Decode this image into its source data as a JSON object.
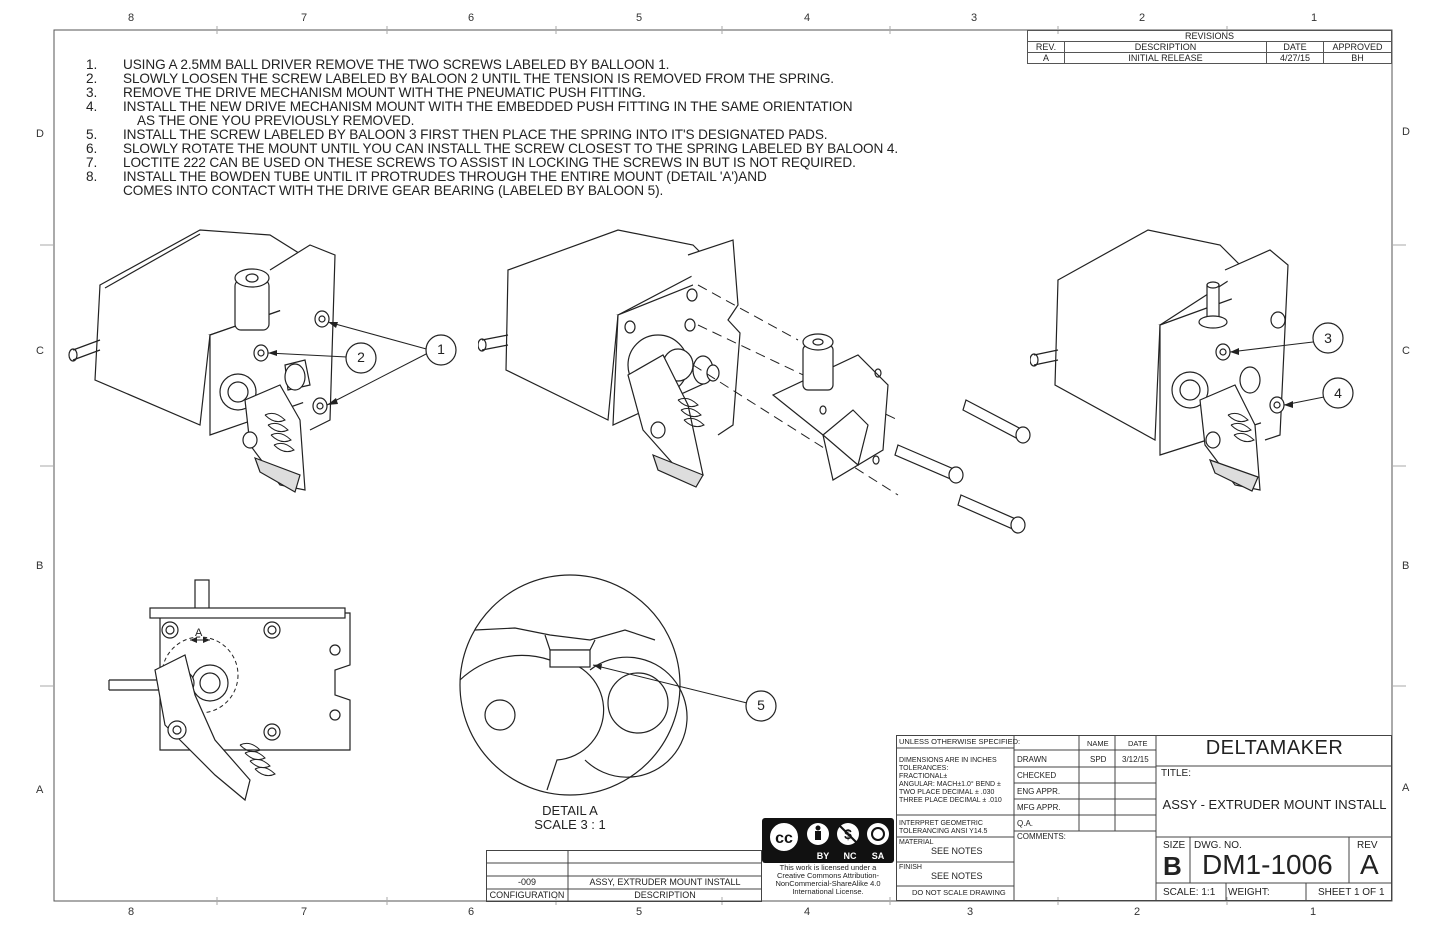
{
  "zones": {
    "top": [
      "8",
      "7",
      "6",
      "5",
      "4",
      "3",
      "2",
      "1"
    ],
    "side": [
      "D",
      "C",
      "B",
      "A"
    ]
  },
  "notes": [
    {
      "num": "1.",
      "lines": [
        "USING A 2.5MM BALL DRIVER REMOVE THE TWO SCREWS LABELED BY BALLOON 1."
      ]
    },
    {
      "num": "2.",
      "lines": [
        "SLOWLY LOOSEN THE SCREW LABELED BY BALOON 2 UNTIL THE TENSION IS REMOVED FROM THE SPRING."
      ]
    },
    {
      "num": "3.",
      "lines": [
        "REMOVE THE DRIVE MECHANISM MOUNT WITH THE PNEUMATIC PUSH FITTING."
      ]
    },
    {
      "num": "4.",
      "lines": [
        "INSTALL THE NEW DRIVE MECHANISM MOUNT WITH THE EMBEDDED PUSH FITTING IN THE SAME ORIENTATION",
        "AS THE ONE YOU PREVIOUSLY REMOVED."
      ]
    },
    {
      "num": "5.",
      "lines": [
        "INSTALL THE SCREW LABELED BY BALOON 3 FIRST THEN PLACE THE SPRING INTO IT'S DESIGNATED PADS."
      ]
    },
    {
      "num": "6.",
      "lines": [
        "SLOWLY ROTATE THE MOUNT UNTIL YOU CAN INSTALL THE SCREW CLOSEST TO THE SPRING LABELED BY BALOON 4."
      ]
    },
    {
      "num": "7.",
      "lines": [
        "LOCTITE 222 CAN BE USED ON THESE SCREWS TO ASSIST IN LOCKING THE SCREWS IN BUT IS NOT REQUIRED."
      ]
    },
    {
      "num": "8.",
      "lines": [
        "INSTALL THE BOWDEN TUBE UNTIL IT PROTRUDES THROUGH THE ENTIRE MOUNT (DETAIL 'A')AND",
        "COMES INTO CONTACT WITH THE DRIVE GEAR BEARING (LABELED BY BALOON 5)."
      ]
    }
  ],
  "revisions": {
    "title": "REVISIONS",
    "headers": [
      "REV.",
      "DESCRIPTION",
      "DATE",
      "APPROVED"
    ],
    "rows": [
      [
        "A",
        "INITIAL RELEASE",
        "4/27/15",
        "BH"
      ]
    ]
  },
  "balloons": [
    "1",
    "2",
    "3",
    "4",
    "5"
  ],
  "detail": {
    "letter": "A",
    "label": "DETAIL A",
    "scale": "SCALE 3 : 1"
  },
  "config_table": {
    "row_value": [
      "-009",
      "ASSY, EXTRUDER MOUNT INSTALL"
    ],
    "headers": [
      "CONFIGURATION",
      "DESCRIPTION"
    ]
  },
  "license": {
    "badges": [
      "BY",
      "NC",
      "SA"
    ],
    "lines": [
      "This work is licensed under a",
      "Creative Commons Attribution-",
      "NonCommercial-ShareAlike 4.0",
      "International License."
    ]
  },
  "title_block": {
    "unless": "UNLESS OTHERWISE SPECIFIED:",
    "dims": [
      "DIMENSIONS ARE IN INCHES",
      "TOLERANCES:",
      "FRACTIONAL±",
      "ANGULAR: MACH±1.0° BEND ±",
      "TWO PLACE DECIMAL    ± .030",
      "THREE PLACE DECIMAL   ± .010"
    ],
    "interpret": [
      "INTERPRET GEOMETRIC",
      "TOLERANCING ANSI Y14.5"
    ],
    "material_label": "MATERIAL",
    "material": "SEE NOTES",
    "finish_label": "FINISH",
    "finish": "SEE NOTES",
    "do_not_scale": "DO NOT SCALE DRAWING",
    "name_header": "NAME",
    "date_header": "DATE",
    "drawn": "DRAWN",
    "drawn_name": "SPD",
    "drawn_date": "3/12/15",
    "checked": "CHECKED",
    "eng_appr": "ENG APPR.",
    "mfg_appr": "MFG APPR.",
    "qa": "Q.A.",
    "comments": "COMMENTS:",
    "company": "DELTAMAKER",
    "title_label": "TITLE:",
    "title": "ASSY - EXTRUDER MOUNT INSTALL",
    "size_label": "SIZE",
    "size": "B",
    "dwg_label": "DWG.  NO.",
    "dwg_no": "DM1-1006",
    "rev_label": "REV",
    "rev": "A",
    "scale": "SCALE: 1:1",
    "weight": "WEIGHT:",
    "sheet": "SHEET 1 OF 1"
  }
}
